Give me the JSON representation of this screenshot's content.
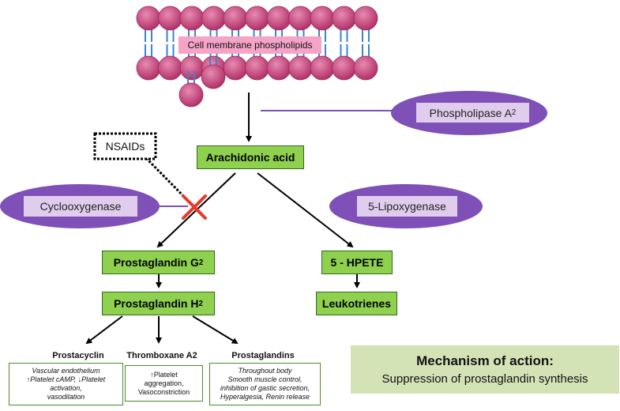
{
  "membrane": {
    "label": "Cell membrane phospholipids"
  },
  "enzymes": {
    "phospholipase": {
      "text": "Phospholipase A",
      "sub": "2"
    },
    "cyclooxygenase": "Cyclooxygenase",
    "lipoxygenase": "5-Lipoxygenase"
  },
  "inhibitor": {
    "label": "NSAIDs"
  },
  "nodes": {
    "arachidonic_acid": "Arachidonic acid",
    "prostaglandin_g2": {
      "text": "Prostaglandin G",
      "sub": "2"
    },
    "prostaglandin_h2": {
      "text": "Prostaglandin H",
      "sub": "2"
    },
    "hpete": "5 - HPETE",
    "leukotrienes": "Leukotrienes"
  },
  "outputs": {
    "prostacyclin": {
      "heading": "Prostacyclin",
      "lines": [
        "Vascular endothelium",
        "↑Platelet cAMP, ↓Platelet",
        "activation,",
        "vasodilation"
      ]
    },
    "thromboxane": {
      "heading": "Thromboxane A2",
      "lines": [
        "↑Platelet",
        "aggregation,",
        "Vasoconstriction"
      ]
    },
    "prostaglandins": {
      "heading": "Prostaglandins",
      "lines": [
        "Throughout body",
        "Smooth muscle control,",
        "inhibition of gastic secretion,",
        "Hyperalgesia, Renin release"
      ]
    }
  },
  "mechanism": {
    "title": "Mechanism of action:",
    "subtitle": "Suppression of prostaglandin synthesis"
  },
  "colors": {
    "phospholipid_head": "#d14b7c",
    "phospholipid_tail": "#3a86c8",
    "enzyme_ellipse": "#7e50b8",
    "enzyme_label_bg": "#e0cdee",
    "node_fill": "#8fd14f",
    "inhibition_cross": "#e8392c",
    "mechanism_bg": "#d4e3b6"
  }
}
